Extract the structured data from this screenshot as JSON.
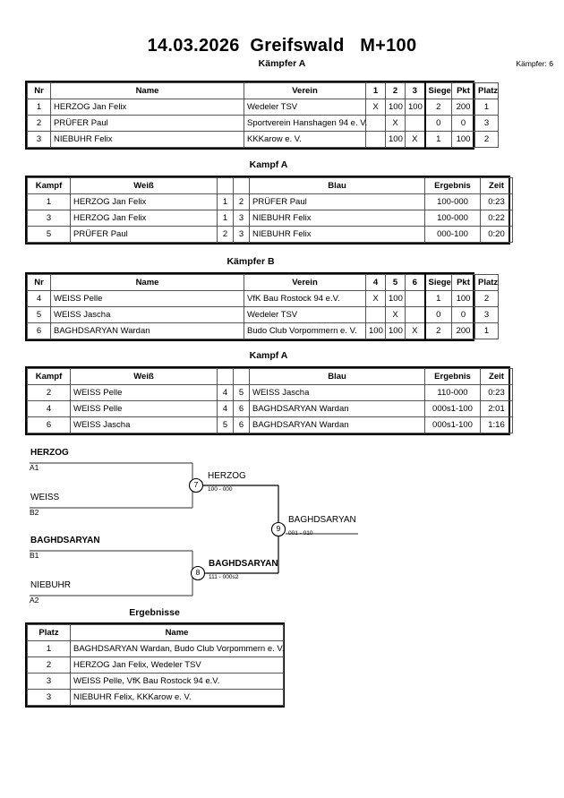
{
  "header": {
    "title": "14.03.2026  Greifswald   M+100",
    "subtitle": "Kämpfer A",
    "fighter_count": "Kämpfer: 6"
  },
  "pool_a": {
    "caption": "Kämpfer A",
    "columns": [
      "Nr",
      "Name",
      "Verein",
      "1",
      "2",
      "3",
      "Siege",
      "Pkt",
      "Platz"
    ],
    "rows": [
      {
        "nr": "1",
        "name": "HERZOG Jan Felix",
        "verein": "Wedeler TSV",
        "m1": "X",
        "m2": "100",
        "m3": "100",
        "siege": "2",
        "pkt": "200",
        "platz": "1"
      },
      {
        "nr": "2",
        "name": "PRÜFER Paul",
        "verein": "Sportverein Hanshagen 94 e. V.",
        "m1": "",
        "m2": "X",
        "m3": "",
        "siege": "0",
        "pkt": "0",
        "platz": "3"
      },
      {
        "nr": "3",
        "name": "NIEBUHR Felix",
        "verein": "KKKarow e. V.",
        "m1": "",
        "m2": "100",
        "m3": "X",
        "siege": "1",
        "pkt": "100",
        "platz": "2"
      }
    ]
  },
  "kampf_a1": {
    "caption": "Kampf A",
    "columns": [
      "Kampf",
      "Weiß",
      "",
      "",
      "Blau",
      "Ergebnis",
      "Zeit"
    ],
    "rows": [
      {
        "kampf": "1",
        "weiss": "HERZOG Jan Felix",
        "weiss_bold": true,
        "nr_weiss": "1",
        "nr_blau": "2",
        "blau": "PRÜFER Paul",
        "blau_bold": false,
        "ergebnis": "100-000",
        "zeit": "0:23"
      },
      {
        "kampf": "3",
        "weiss": "HERZOG Jan Felix",
        "weiss_bold": true,
        "nr_weiss": "1",
        "nr_blau": "3",
        "blau": "NIEBUHR Felix",
        "blau_bold": false,
        "ergebnis": "100-000",
        "zeit": "0:22"
      },
      {
        "kampf": "5",
        "weiss": "PRÜFER Paul",
        "weiss_bold": false,
        "nr_weiss": "2",
        "nr_blau": "3",
        "blau": "NIEBUHR Felix",
        "blau_bold": true,
        "ergebnis": "000-100",
        "zeit": "0:20"
      }
    ]
  },
  "pool_b": {
    "caption": "Kämpfer B",
    "columns": [
      "Nr",
      "Name",
      "Verein",
      "4",
      "5",
      "6",
      "Siege",
      "Pkt",
      "Platz"
    ],
    "rows": [
      {
        "nr": "4",
        "name": "WEISS Pelle",
        "verein": "VfK Bau Rostock 94 e.V.",
        "m1": "X",
        "m2": "100",
        "m3": "",
        "siege": "1",
        "pkt": "100",
        "platz": "2"
      },
      {
        "nr": "5",
        "name": "WEISS Jascha",
        "verein": "Wedeler TSV",
        "m1": "",
        "m2": "X",
        "m3": "",
        "siege": "0",
        "pkt": "0",
        "platz": "3"
      },
      {
        "nr": "6",
        "name": "BAGHDSARYAN Wardan",
        "verein": "Budo Club Vorpommern e. V.",
        "m1": "100",
        "m2": "100",
        "m3": "X",
        "siege": "2",
        "pkt": "200",
        "platz": "1"
      }
    ]
  },
  "kampf_a2": {
    "caption": "Kampf A",
    "columns": [
      "Kampf",
      "Weiß",
      "",
      "",
      "Blau",
      "Ergebnis",
      "Zeit"
    ],
    "rows": [
      {
        "kampf": "2",
        "weiss": "WEISS Pelle",
        "weiss_bold": true,
        "nr_weiss": "4",
        "nr_blau": "5",
        "blau": "WEISS Jascha",
        "blau_bold": false,
        "ergebnis": "110-000",
        "zeit": "0:23"
      },
      {
        "kampf": "4",
        "weiss": "WEISS Pelle",
        "weiss_bold": false,
        "nr_weiss": "4",
        "nr_blau": "6",
        "blau": "BAGHDSARYAN Wardan",
        "blau_bold": true,
        "ergebnis": "000s1-100",
        "zeit": "2:01"
      },
      {
        "kampf": "6",
        "weiss": "WEISS Jascha",
        "weiss_bold": false,
        "nr_weiss": "5",
        "nr_blau": "6",
        "blau": "BAGHDSARYAN Wardan",
        "blau_bold": true,
        "ergebnis": "000s1-100",
        "zeit": "1:16"
      }
    ]
  },
  "bracket": {
    "entries": [
      {
        "name": "HERZOG",
        "seed": "A1"
      },
      {
        "name": "WEISS",
        "seed": "B2"
      },
      {
        "name": "BAGHDSARYAN",
        "seed": "B1"
      },
      {
        "name": "NIEBUHR",
        "seed": "A2"
      }
    ],
    "matches": [
      {
        "number": "7",
        "winner": "HERZOG",
        "score": "100 - 000"
      },
      {
        "number": "8",
        "winner": "BAGHDSARYAN",
        "score": "111 - 000s2"
      },
      {
        "number": "9",
        "winner": "BAGHDSARYAN",
        "score": "001 - 010"
      }
    ]
  },
  "results": {
    "caption": "Ergebnisse",
    "columns": [
      "Platz",
      "Name"
    ],
    "rows": [
      {
        "platz": "1",
        "name": "BAGHDSARYAN Wardan, Budo Club Vorpommern e. V."
      },
      {
        "platz": "2",
        "name": "HERZOG Jan Felix, Wedeler TSV"
      },
      {
        "platz": "3",
        "name": "WEISS Pelle, VfK Bau Rostock 94 e.V."
      },
      {
        "platz": "3",
        "name": "NIEBUHR Felix, KKKarow e. V."
      }
    ]
  }
}
